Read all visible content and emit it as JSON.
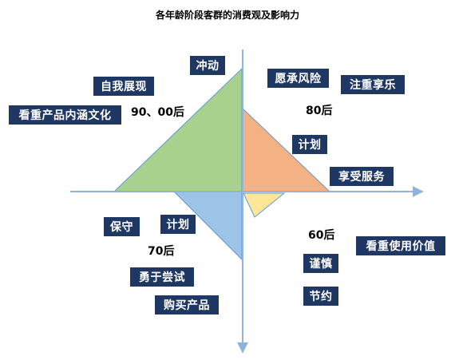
{
  "title": "各年龄阶段客群的消费观及影响力",
  "labels": {
    "impulse": "冲动",
    "self_display": "自我展现",
    "culture": "看重产品内涵文化",
    "age_90_00": "90、00后",
    "risk": "愿承风险",
    "enjoy": "注重享乐",
    "age_80": "80后",
    "plan_80": "计划",
    "enjoy_service": "享受服务",
    "conservative": "保守",
    "plan_70": "计划",
    "age_70": "70后",
    "brave": "勇于尝试",
    "buy": "购买产品",
    "age_60": "60后",
    "use_value": "看重使用价值",
    "cautious": "谨慎",
    "thrift": "节约"
  },
  "colors": {
    "axis": "#8fb3dd",
    "green": "#a9d18e",
    "orange": "#f4b183",
    "blue": "#9dc3e6",
    "yellow": "#ffe699",
    "tag_bg": "#1f3763"
  }
}
